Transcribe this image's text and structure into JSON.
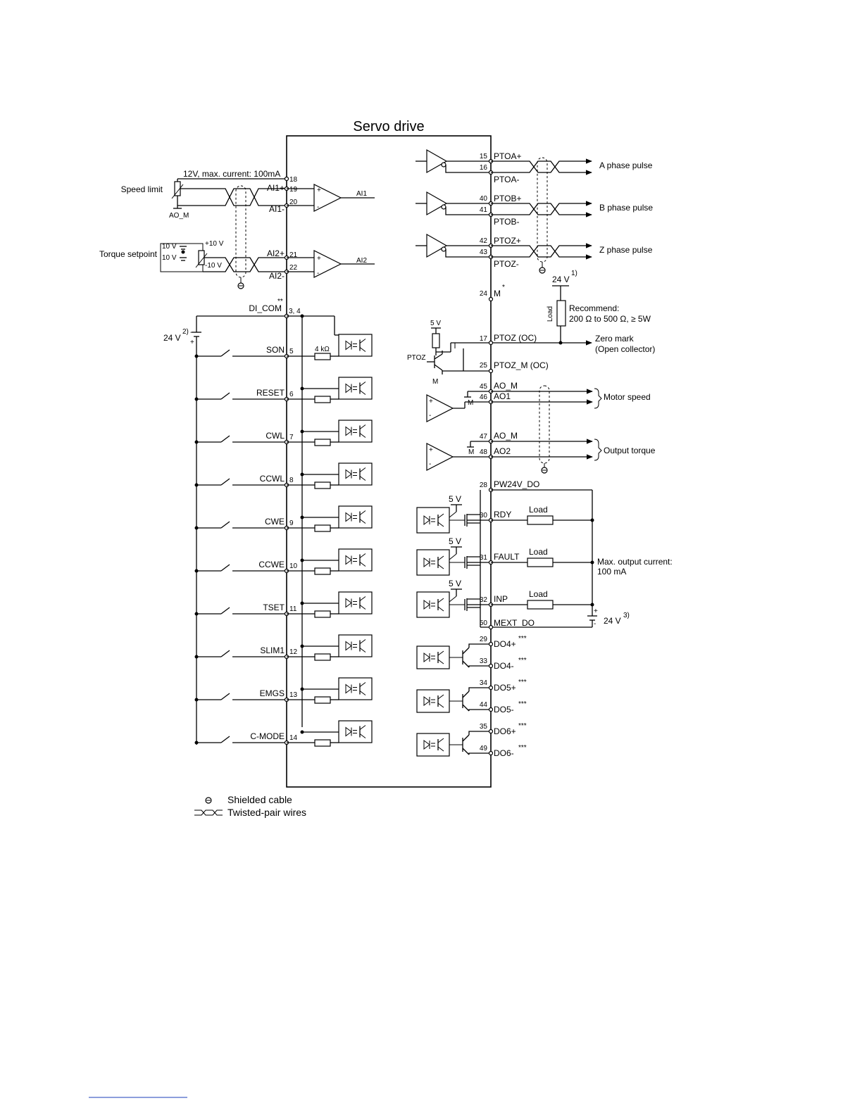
{
  "title": "Servo drive",
  "analog_in": {
    "supply": "12V, max. current: 100mA",
    "speed_limit": "Speed limit",
    "ao_m": "AO_M",
    "torque_setpoint": "Torque setpoint",
    "v10a": "10 V",
    "v10b": "10 V",
    "plus10": "+10 V",
    "minus10": "-10 V",
    "rows": [
      {
        "label": "AI1+",
        "pin": "19"
      },
      {
        "label": "AI1-",
        "pin": "20"
      },
      {
        "label": "AI2+",
        "pin": "21"
      },
      {
        "label": "AI2-",
        "pin": "22"
      }
    ],
    "pin18": "18",
    "out1": "AI1",
    "out2": "AI2"
  },
  "di": {
    "com_label": "DI_COM",
    "com_marker": "**",
    "com_pins": "3, 4",
    "supply": "24 V",
    "supply_note": "2)",
    "minus": "-",
    "plus": "+",
    "resistor": "4 kΩ",
    "inputs": [
      {
        "label": "SON",
        "pin": "5"
      },
      {
        "label": "RESET",
        "pin": "6"
      },
      {
        "label": "CWL",
        "pin": "7"
      },
      {
        "label": "CCWL",
        "pin": "8"
      },
      {
        "label": "CWE",
        "pin": "9"
      },
      {
        "label": "CCWE",
        "pin": "10"
      },
      {
        "label": "TSET",
        "pin": "11"
      },
      {
        "label": "SLIM1",
        "pin": "12"
      },
      {
        "label": "EMGS",
        "pin": "13"
      },
      {
        "label": "C-MODE",
        "pin": "14"
      }
    ]
  },
  "pulse_out": {
    "rows": [
      {
        "pin_p": "15",
        "label_p": "PTOA+",
        "pin_n": "16",
        "label_n": "PTOA-",
        "desc": "A phase pulse"
      },
      {
        "pin_p": "40",
        "label_p": "PTOB+",
        "pin_n": "41",
        "label_n": "PTOB-",
        "desc": "B phase pulse"
      },
      {
        "pin_p": "42",
        "label_p": "PTOZ+",
        "pin_n": "43",
        "label_n": "PTOZ-",
        "desc": "Z phase pulse"
      }
    ]
  },
  "zero_mark": {
    "m_pin": "24",
    "m_label": "M",
    "m_marker": "*",
    "supply": "24 V",
    "supply_note": "1)",
    "load": "Load",
    "recommend": "Recommend:",
    "recommend_value": "200 Ω to 500 Ω, ≥ 5W",
    "v5": "5 V",
    "ptoz": "PTOZ",
    "m": "M",
    "pin17": "17",
    "label17": "PTOZ (OC)",
    "pin25": "25",
    "label25": "PTOZ_M (OC)",
    "desc1": "Zero mark",
    "desc2": "(Open collector)"
  },
  "analog_out": {
    "rows": [
      {
        "pin": "45",
        "label": "AO_M"
      },
      {
        "pin": "46",
        "label": "AO1"
      },
      {
        "pin": "47",
        "label": "AO_M"
      },
      {
        "pin": "48",
        "label": "AO2"
      }
    ],
    "m1": "M",
    "m2": "M",
    "motor_speed": "Motor speed",
    "output_torque": "Output torque",
    "plus": "+",
    "minus": "-"
  },
  "do_relay": {
    "pw_pin": "28",
    "pw_label": "PW24V_DO",
    "v5": "5 V",
    "load": "Load",
    "outputs": [
      {
        "pin": "30",
        "label": "RDY"
      },
      {
        "pin": "31",
        "label": "FAULT"
      },
      {
        "pin": "32",
        "label": "INP"
      }
    ],
    "mext_pin": "50",
    "mext_label": "MEXT_DO",
    "max_current1": "Max. output current:",
    "max_current2": "100 mA",
    "supply": "24 V",
    "supply_note": "3)",
    "plus": "+",
    "minus": "-"
  },
  "do_opto": {
    "marker": "***",
    "rows": [
      {
        "pin": "29",
        "label": "DO4+"
      },
      {
        "pin": "33",
        "label": "DO4-"
      },
      {
        "pin": "34",
        "label": "DO5+"
      },
      {
        "pin": "44",
        "label": "DO5-"
      },
      {
        "pin": "35",
        "label": "DO6+"
      },
      {
        "pin": "49",
        "label": "DO6-"
      }
    ]
  },
  "legend": {
    "shielded": "Shielded cable",
    "twisted": "Twisted-pair wires"
  }
}
